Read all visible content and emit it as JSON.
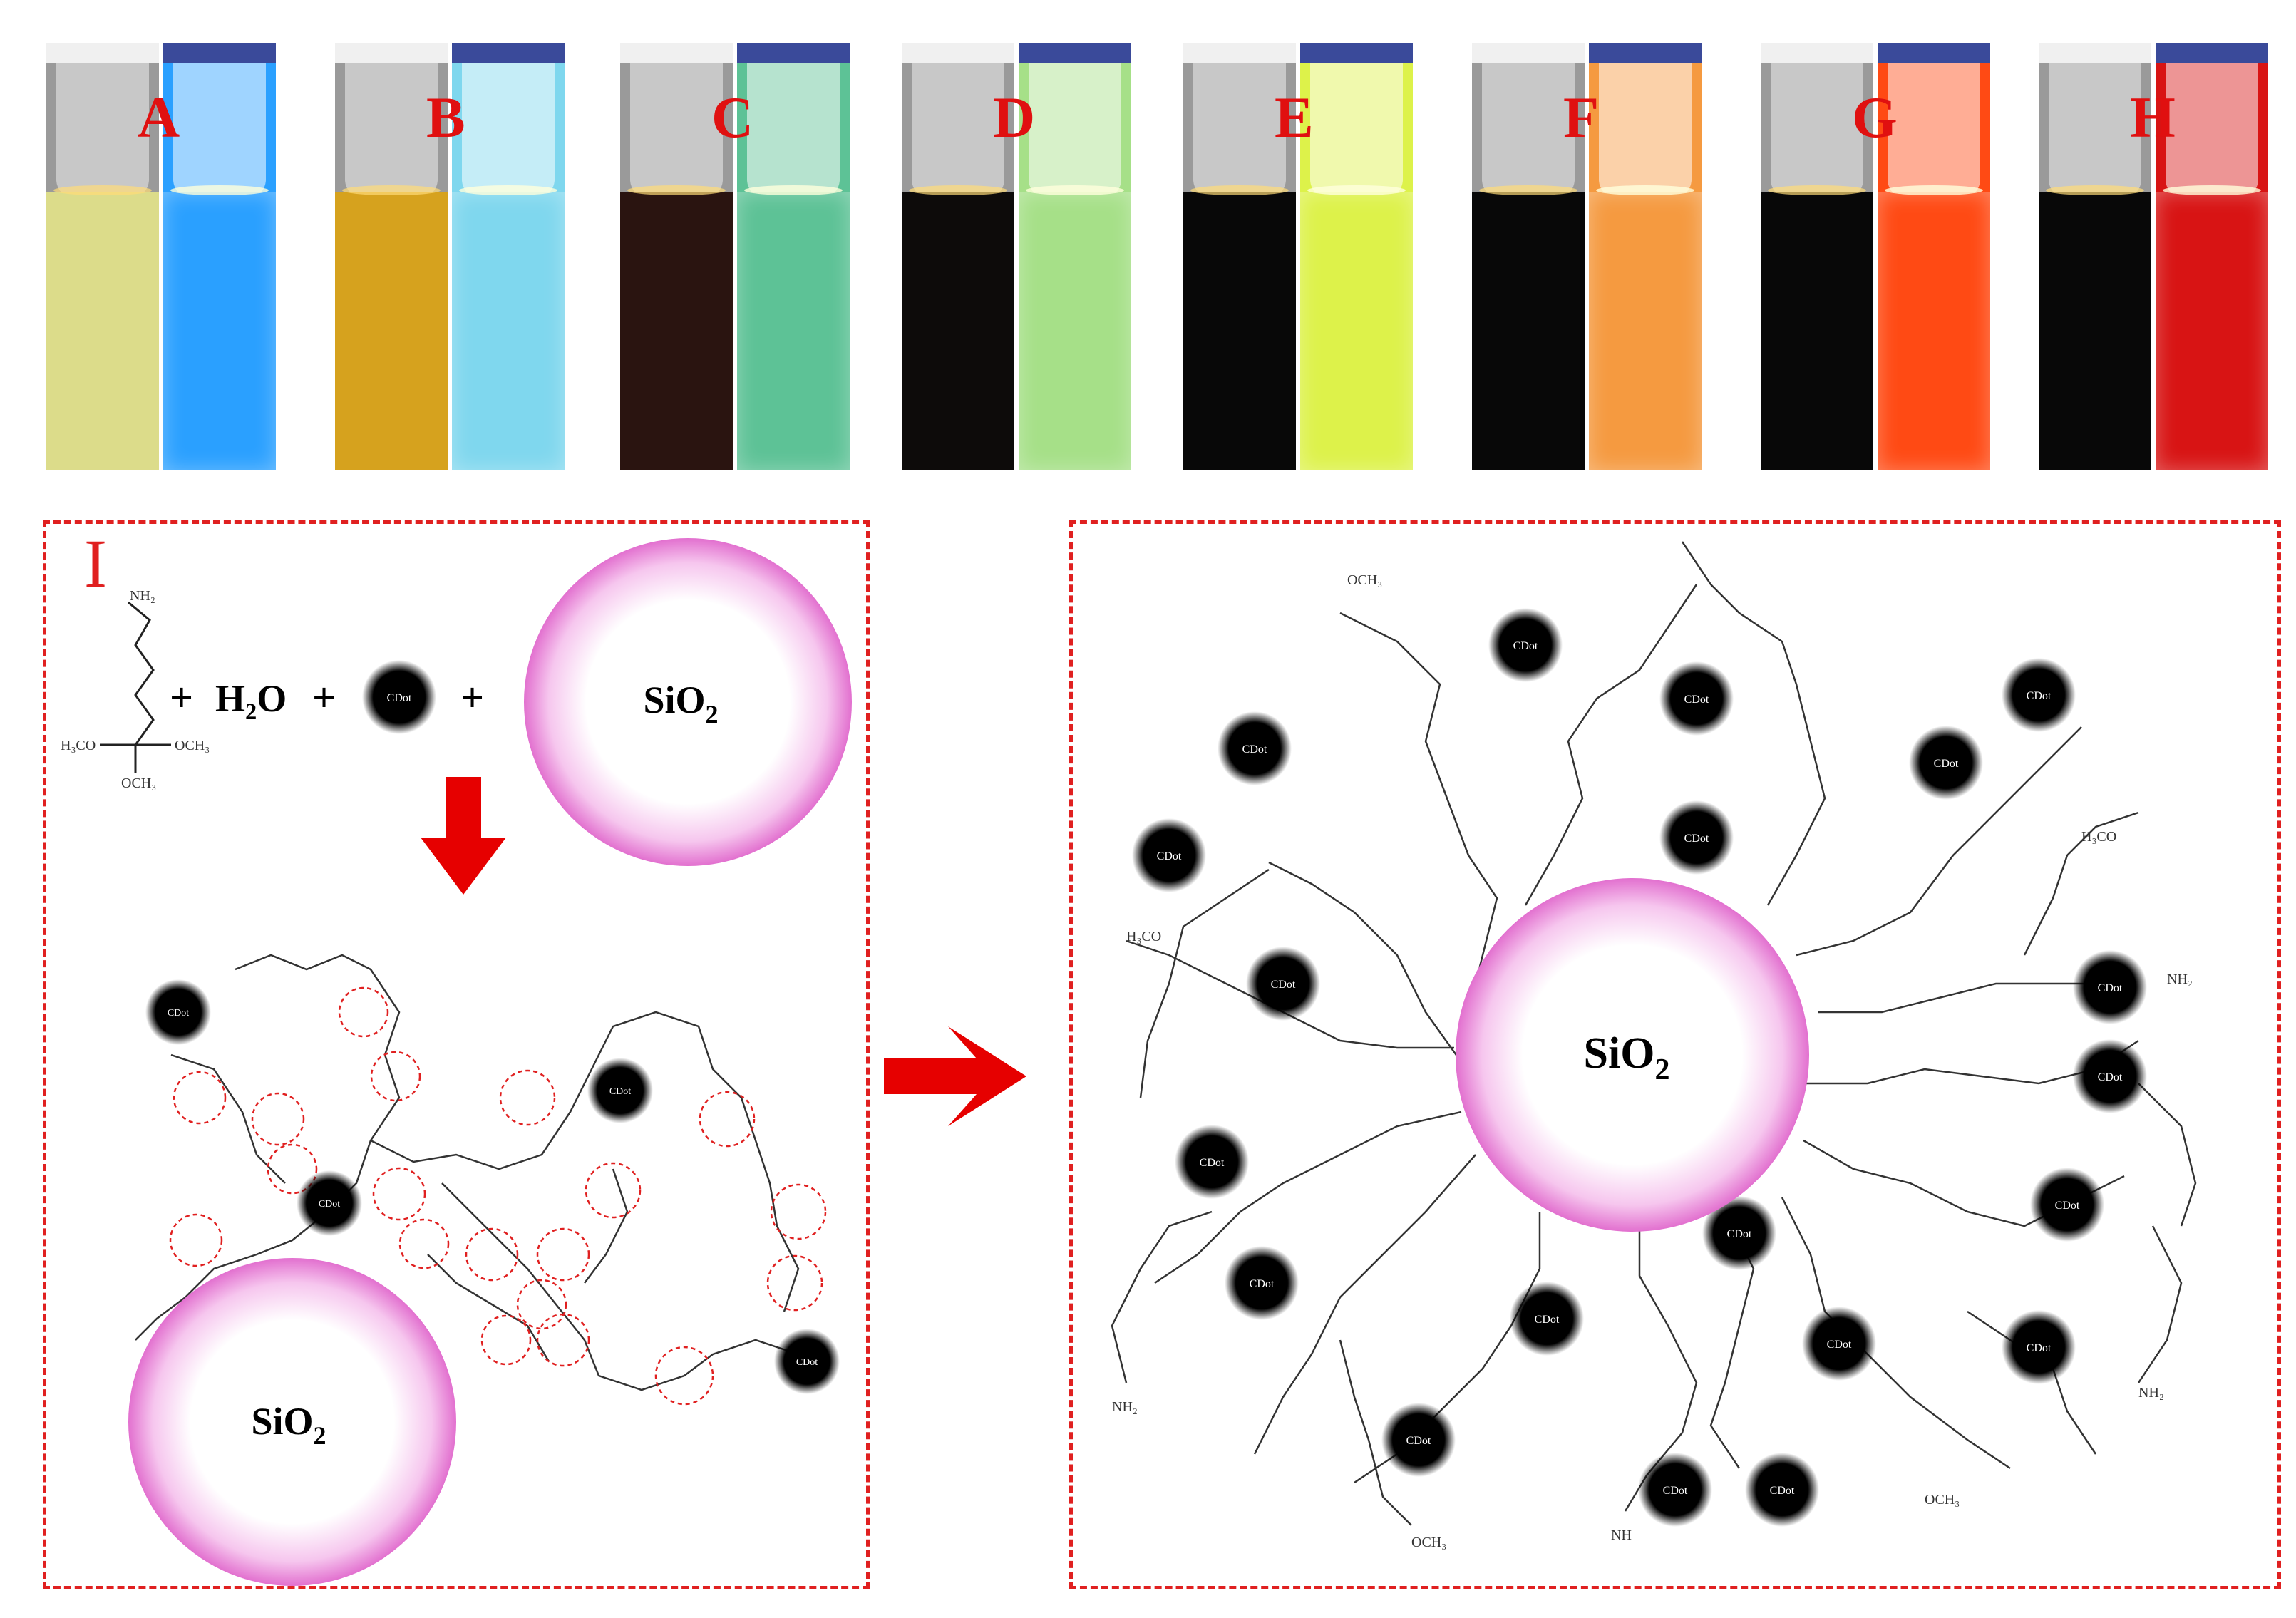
{
  "panels": [
    {
      "letter": "A",
      "day": "#dcdc8a",
      "uv": "#2aa0ff"
    },
    {
      "letter": "B",
      "day": "#d6a21e",
      "uv": "#7fd7ee"
    },
    {
      "letter": "C",
      "day": "#2a1410",
      "uv": "#5dc296"
    },
    {
      "letter": "D",
      "day": "#0d0b0a",
      "uv": "#a6e088"
    },
    {
      "letter": "E",
      "day": "#080808",
      "uv": "#ddf24a"
    },
    {
      "letter": "F",
      "day": "#080808",
      "uv": "#f59a40"
    },
    {
      "letter": "G",
      "day": "#080808",
      "uv": "#ff4a14"
    },
    {
      "letter": "H",
      "day": "#080808",
      "uv": "#d81414"
    }
  ],
  "left_box": {
    "label": "I"
  },
  "reaction": {
    "plus1": "+",
    "water": "H₂O",
    "plus2": "+",
    "plus3": "+",
    "cdot": "CDot",
    "sio2_main": "SiO",
    "sio2_sub": "2",
    "sio2_bottom": "SiO",
    "sio2_bottom_sub": "2"
  },
  "right_box": {
    "sio2": "SiO",
    "sio2_sub": "2",
    "cdot": "CDot"
  },
  "colors": {
    "dash": "#e02020",
    "arrow": "#e60000",
    "sphere_edge": "#e878d0"
  }
}
